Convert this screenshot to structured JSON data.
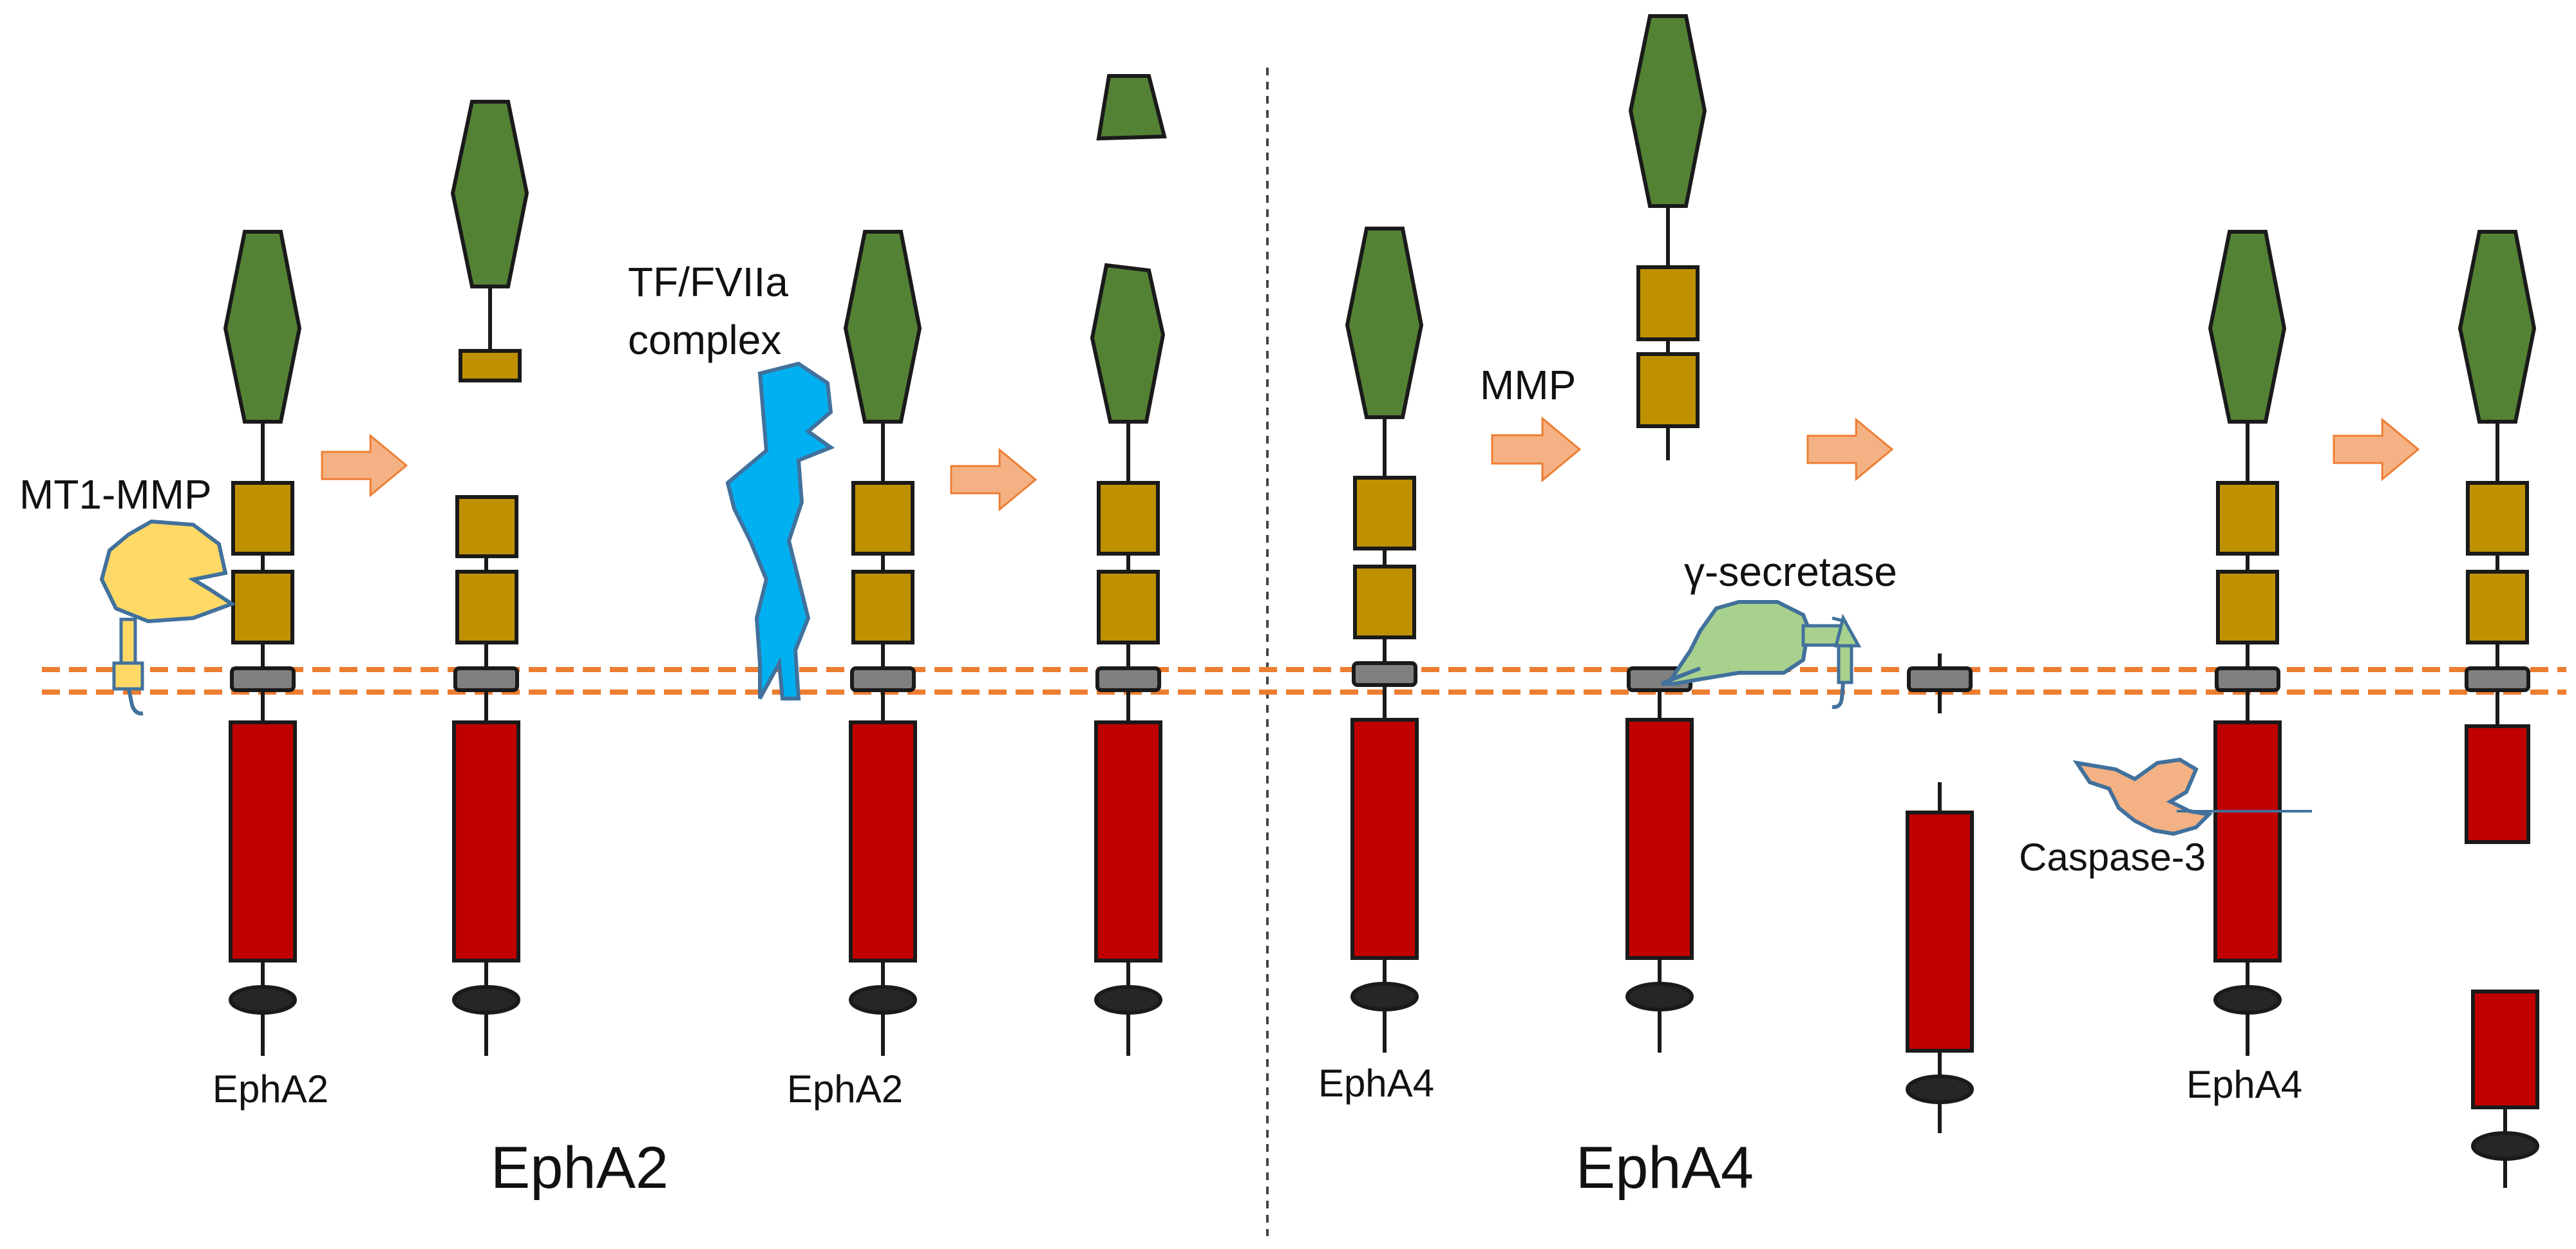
{
  "labels": {
    "mt1_mmp": "MT1-MMP",
    "tf_fviia_line1": "TF/FVIIa",
    "tf_fviia_line2": "complex",
    "mmp": "MMP",
    "gamma_secretase": "γ-secretase",
    "caspase3": "Caspase-3",
    "epha2_receptor_1": "EphA2",
    "epha2_receptor_2": "EphA2",
    "epha4_receptor_1": "EphA4",
    "epha4_receptor_2": "EphA4",
    "epha2_section": "EphA2",
    "epha4_section": "EphA4"
  },
  "colors": {
    "ligand_binding_domain": "#548235",
    "fibronectin_domain": "#bf9000",
    "transmembrane_segment": "#808080",
    "kinase_domain": "#c00000",
    "sam_domain": "#262626",
    "membrane": "#ed7d31",
    "arrow": "#f4b183",
    "mt1_mmp": "#ffd966",
    "tf_fviia": "#00b0f0",
    "gamma_secretase": "#a9d18e",
    "caspase3": "#f4b183",
    "outline_blue": "#41719c"
  }
}
